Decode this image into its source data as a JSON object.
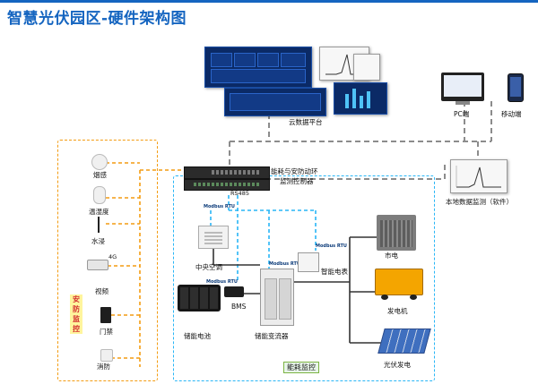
{
  "title": "智慧光伏园区-硬件架构图",
  "cloud": {
    "label": "云数据平台"
  },
  "pc": {
    "label": "PC端"
  },
  "mobile": {
    "label": "移动端"
  },
  "controller": {
    "label_line1": "能耗与安防动环",
    "label_line2": "监测控制器",
    "port": "RS485"
  },
  "local": {
    "label": "本地数据监测（软件）"
  },
  "security": {
    "vertical_label": [
      "安",
      "防",
      "监",
      "控"
    ],
    "items": [
      {
        "label": "烟感"
      },
      {
        "label": "温湿度"
      },
      {
        "label": "水浸"
      },
      {
        "label": "视频",
        "badge": "4G"
      },
      {
        "label": "门禁"
      },
      {
        "label": "消防"
      }
    ]
  },
  "energy": {
    "label": "能耗监控",
    "rtu_tag": "Modbus RTU",
    "devices": {
      "ac": "中央空调",
      "bms": "BMS",
      "battery": "储能电池",
      "pcs": "储能变流器",
      "meter": "智能电表",
      "grid": "市电",
      "generator": "发电机",
      "pv": "光伏发电"
    }
  },
  "colors": {
    "title": "#1565c0",
    "cloud_screen": "#0b2a66",
    "security_border": "#f39c12",
    "energy_border": "#29b6f6",
    "power_line": "#333333",
    "data_line": "#8c8c8c",
    "security_label": "#d32f2f"
  }
}
